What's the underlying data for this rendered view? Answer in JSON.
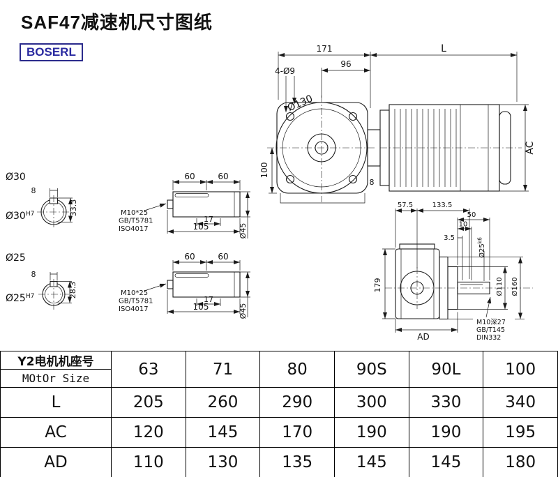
{
  "page": {
    "title": "SAF47减速机尺寸图纸",
    "brand": "BOSERL"
  },
  "front_view": {
    "dim_171": "171",
    "dim_L": "L",
    "dim_4xd9": "4-Ø9",
    "dim_96": "96",
    "dim_d130": "Ø130",
    "dim_100": "100",
    "dim_8": "8",
    "dim_AC": "AC"
  },
  "bore_views": [
    {
      "label": "Ø30",
      "key_width": "8",
      "key_height": "33.3",
      "bore": "Ø30",
      "tolerance": "H7"
    },
    {
      "label": "Ø25",
      "key_width": "8",
      "key_height": "28.3",
      "bore": "Ø25",
      "tolerance": "H7"
    }
  ],
  "shaft_views": [
    {
      "dim_60a": "60",
      "dim_60b": "60",
      "dim_17": "17",
      "dim_105": "105",
      "dim_d45": "Ø45",
      "bolt": "M10*25",
      "std1": "GB/T5781",
      "std2": "ISO4017"
    },
    {
      "dim_60a": "60",
      "dim_60b": "60",
      "dim_17": "17",
      "dim_105": "105",
      "dim_d45": "Ø45",
      "bolt": "M10*25",
      "std1": "GB/T5781",
      "std2": "ISO4017"
    }
  ],
  "side_view": {
    "dim_57_5": "57.5",
    "dim_133_5": "133.5",
    "dim_50": "50",
    "dim_10": "10",
    "dim_3_5": "3.5",
    "shaft_dia": "Ø25",
    "shaft_tol": "k6",
    "dim_179": "179",
    "dim_d110": "Ø110",
    "dim_d160": "Ø160",
    "tap": "M10深27",
    "std1": "GB/T145",
    "std2": "DIN332",
    "dim_AD": "AD"
  },
  "table": {
    "row0_label_cn": "Y2电机机座号",
    "row0_label_en": "MOtOr Size",
    "sizes": [
      "63",
      "71",
      "80",
      "90S",
      "90L",
      "100"
    ],
    "rows": [
      {
        "label": "L",
        "values": [
          "205",
          "260",
          "290",
          "300",
          "330",
          "340"
        ]
      },
      {
        "label": "AC",
        "values": [
          "120",
          "145",
          "170",
          "190",
          "190",
          "195"
        ]
      },
      {
        "label": "AD",
        "values": [
          "110",
          "130",
          "135",
          "145",
          "145",
          "180"
        ]
      }
    ]
  }
}
